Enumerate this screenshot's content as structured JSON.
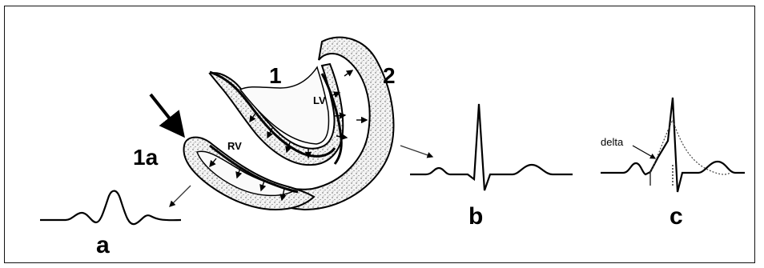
{
  "labels": {
    "fiber_1": "1",
    "fiber_1a": "1a",
    "fiber_2": "2",
    "lv": "LV",
    "rv": "RV",
    "panel_a": "a",
    "panel_b": "b",
    "panel_c": "c",
    "delta": "delta"
  }
}
